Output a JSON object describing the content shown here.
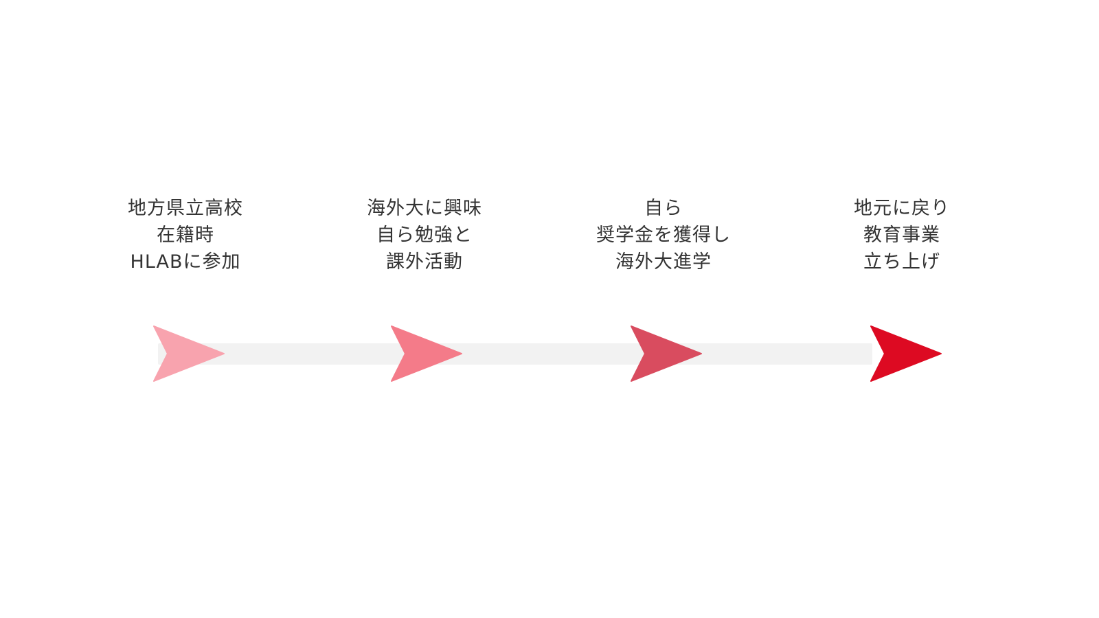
{
  "steps": [
    {
      "lines": [
        "地方県立高校",
        "在籍時",
        "HLABに参加"
      ],
      "color": "#f8a3ae"
    },
    {
      "lines": [
        "海外大に興味",
        "自ら勉強と",
        "課外活動"
      ],
      "color": "#f47b89"
    },
    {
      "lines": [
        "自ら",
        "奨学金を獲得し",
        "海外大進学"
      ],
      "color": "#d94c5f"
    },
    {
      "lines": [
        "地元に戻り",
        "教育事業",
        "立ち上げ"
      ],
      "color": "#dd0a22"
    }
  ],
  "track_color": "#f2f2f2",
  "icons": {
    "step_marker": "chevron-arrow-icon"
  }
}
